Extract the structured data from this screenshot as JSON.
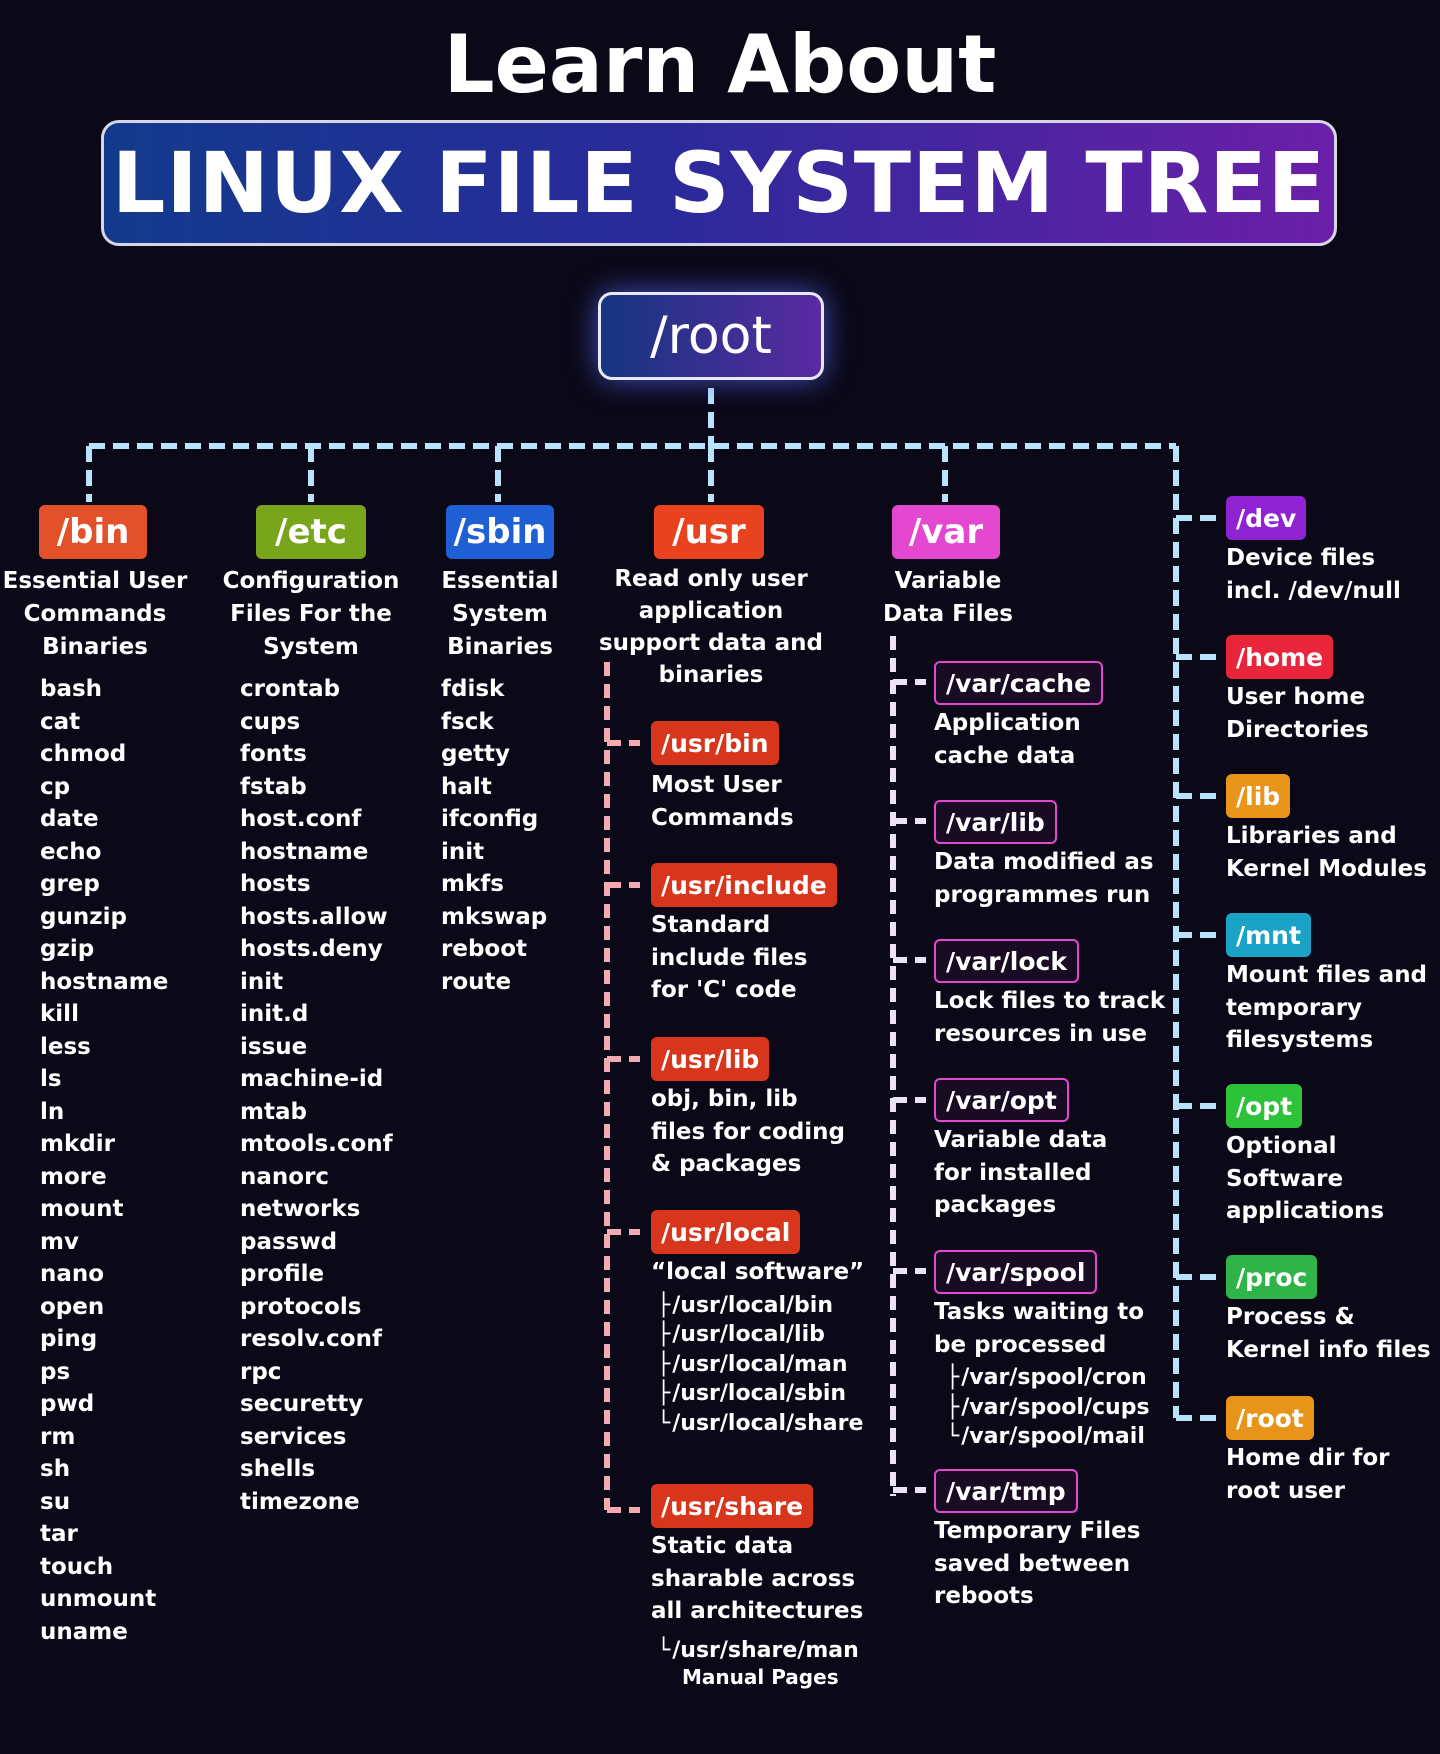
{
  "title": "Learn About",
  "banner": "LINUX FILE SYSTEM TREE",
  "root": "/root",
  "colors": {
    "bin": "#e2512a",
    "etc": "#78a51c",
    "sbin": "#1f5fd4",
    "usr": "#e8421f",
    "var": "#e447d0",
    "dev": "#8f23d4",
    "home": "#e8253a",
    "lib": "#e9941a",
    "mnt": "#1aa3c7",
    "opt": "#2ec23b",
    "proc": "#2fb44a",
    "rootdir": "#e8941a",
    "connector": "#b9e3fb",
    "usr_line": "#f2a9b0",
    "var_line": "#ece2f7"
  },
  "bin": {
    "label": "/bin",
    "desc": [
      "Essential User",
      "Commands",
      "Binaries"
    ],
    "items": [
      "bash",
      "cat",
      "chmod",
      "cp",
      "date",
      "echo",
      "grep",
      "gunzip",
      "gzip",
      "hostname",
      "kill",
      "less",
      "ls",
      "ln",
      "mkdir",
      "more",
      "mount",
      "mv",
      "nano",
      "open",
      "ping",
      "ps",
      "pwd",
      "rm",
      "sh",
      "su",
      "tar",
      "touch",
      "unmount",
      "uname"
    ]
  },
  "etc": {
    "label": "/etc",
    "desc": [
      "Configuration",
      "Files For the",
      "System"
    ],
    "items": [
      "crontab",
      "cups",
      "fonts",
      "fstab",
      "host.conf",
      "hostname",
      "hosts",
      "hosts.allow",
      "hosts.deny",
      "init",
      "init.d",
      "issue",
      "machine-id",
      "mtab",
      "mtools.conf",
      "nanorc",
      "networks",
      "passwd",
      "profile",
      "protocols",
      "resolv.conf",
      "rpc",
      "securetty",
      "services",
      "shells",
      "timezone"
    ]
  },
  "sbin": {
    "label": "/sbin",
    "desc": [
      "Essential",
      "System",
      "Binaries"
    ],
    "items": [
      "fdisk",
      "fsck",
      "getty",
      "halt",
      "ifconfig",
      "init",
      "mkfs",
      "mkswap",
      "reboot",
      "route"
    ]
  },
  "usr": {
    "label": "/usr",
    "desc": [
      "Read only user",
      "application",
      "support data and",
      "binaries"
    ],
    "subs": [
      {
        "label": "/usr/bin",
        "desc": [
          "Most User",
          "Commands"
        ]
      },
      {
        "label": "/usr/include",
        "desc": [
          "Standard",
          "include files",
          "for 'C' code"
        ]
      },
      {
        "label": "/usr/lib",
        "desc": [
          "obj, bin, lib",
          "files for coding",
          "& packages"
        ]
      },
      {
        "label": "/usr/local",
        "desc": [
          "“local software”"
        ],
        "tree": [
          "/usr/local/bin",
          "/usr/local/lib",
          "/usr/local/man",
          "/usr/local/sbin",
          "/usr/local/share"
        ]
      },
      {
        "label": "/usr/share",
        "desc": [
          "Static data",
          "sharable across",
          "all architectures"
        ],
        "tree": [
          "/usr/share/man"
        ],
        "note": "Manual Pages"
      }
    ]
  },
  "var": {
    "label": "/var",
    "desc": [
      "Variable",
      "Data Files"
    ],
    "subs": [
      {
        "label": "/var/cache",
        "desc": [
          "Application",
          "cache data"
        ]
      },
      {
        "label": "/var/lib",
        "desc": [
          "Data modified as",
          "programmes run"
        ]
      },
      {
        "label": "/var/lock",
        "desc": [
          "Lock files to track",
          "resources in use"
        ]
      },
      {
        "label": "/var/opt",
        "desc": [
          "Variable data",
          "for installed",
          "packages"
        ]
      },
      {
        "label": "/var/spool",
        "desc": [
          "Tasks waiting to",
          "be processed"
        ],
        "tree": [
          "/var/spool/cron",
          "/var/spool/cups",
          "/var/spool/mail"
        ]
      },
      {
        "label": "/var/tmp",
        "desc": [
          "Temporary Files",
          "saved between",
          "reboots"
        ]
      }
    ]
  },
  "right": [
    {
      "label": "/dev",
      "desc": [
        "Device files",
        "incl. /dev/null"
      ]
    },
    {
      "label": "/home",
      "desc": [
        "User home",
        "Directories"
      ]
    },
    {
      "label": "/lib",
      "desc": [
        "Libraries and",
        "Kernel Modules"
      ]
    },
    {
      "label": "/mnt",
      "desc": [
        "Mount files and",
        "temporary",
        "filesystems"
      ]
    },
    {
      "label": "/opt",
      "desc": [
        "Optional",
        "Software",
        "applications"
      ]
    },
    {
      "label": "/proc",
      "desc": [
        "Process &",
        "Kernel info files"
      ]
    },
    {
      "label": "/root",
      "desc": [
        "Home dir for",
        "root user"
      ]
    }
  ]
}
